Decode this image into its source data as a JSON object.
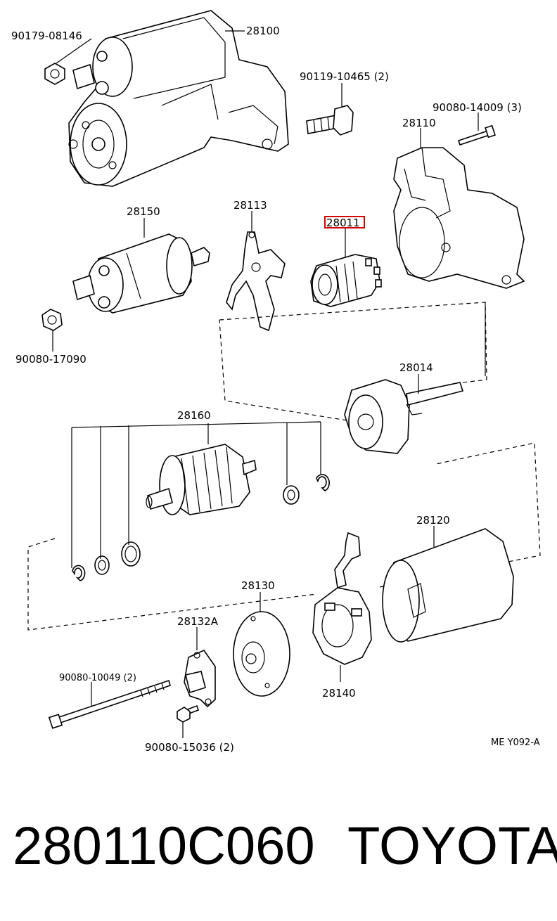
{
  "labels": {
    "l_90179_08146": "90179-08146",
    "l_28100": "28100",
    "l_90119_10465": "90119-10465 (2)",
    "l_90080_14009": "90080-14009 (3)",
    "l_28110": "28110",
    "l_28150": "28150",
    "l_28113": "28113",
    "l_28011": "28011",
    "l_90080_17090": "90080-17090",
    "l_28014": "28014",
    "l_28160": "28160",
    "l_28120": "28120",
    "l_28130": "28130",
    "l_28132A": "28132A",
    "l_90080_10049": "90080-10049 (2)",
    "l_28140": "28140",
    "l_90080_15036": "90080-15036 (2)",
    "l_ref": "ME Y092-A"
  },
  "highlight": {
    "part": "28011",
    "color": "#d40000"
  },
  "footer": {
    "part_number": "280110C060",
    "brand": "TOYOTA"
  }
}
